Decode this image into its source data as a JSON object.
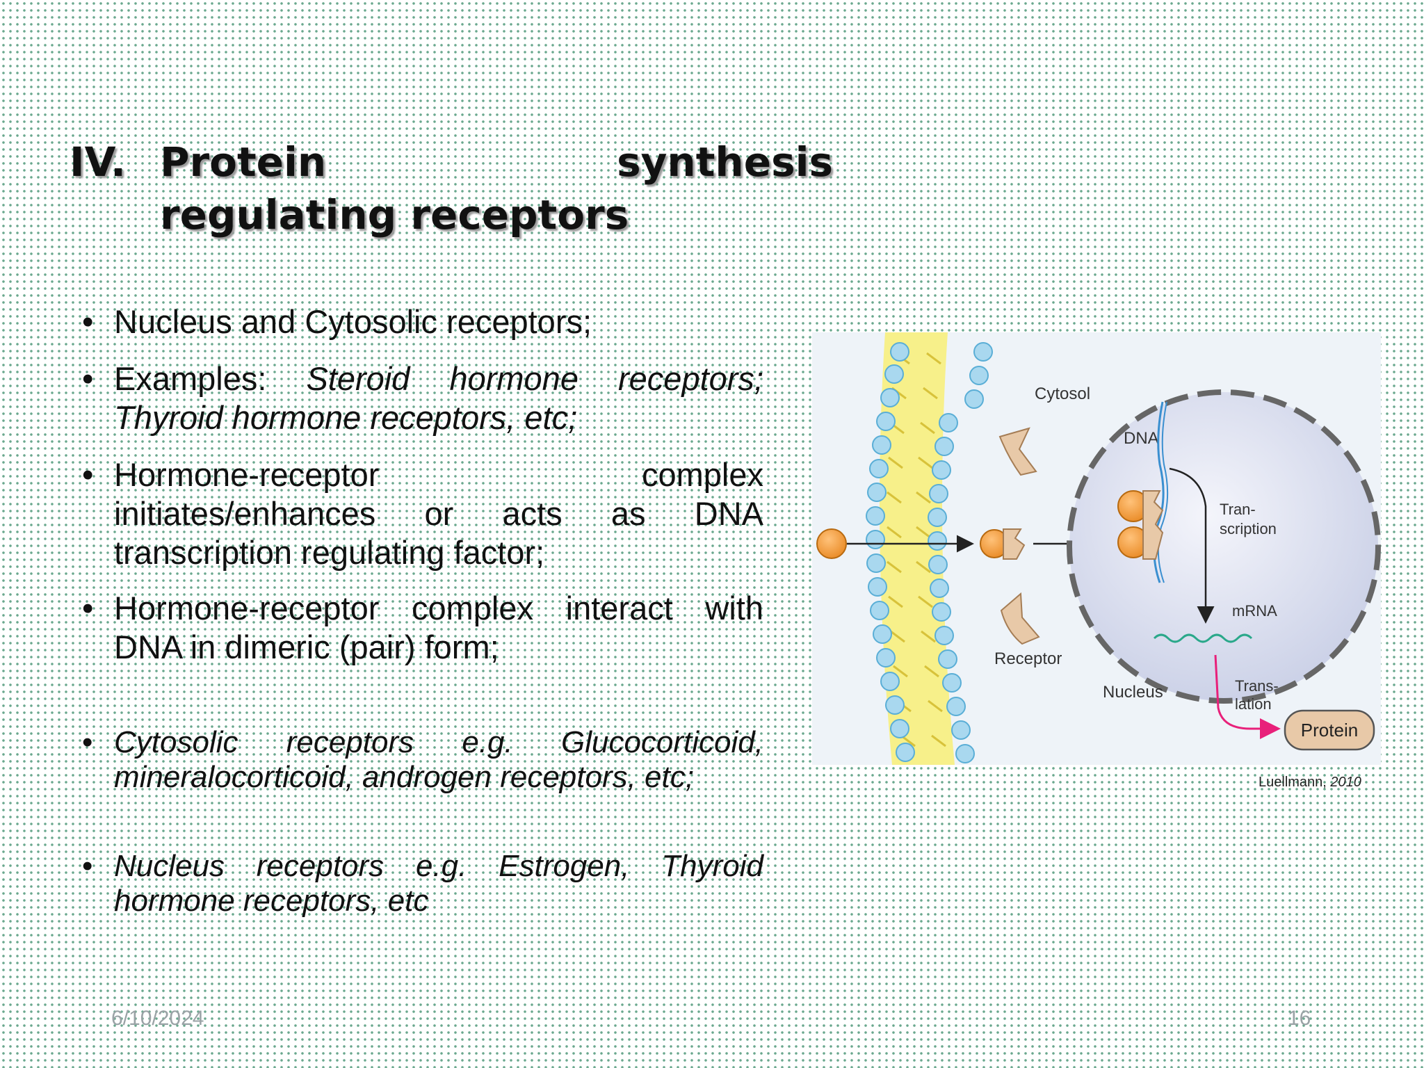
{
  "slide": {
    "title_num": "IV.",
    "title_line1": "Protein synthesis",
    "title_line2": "regulating receptors",
    "bullets": [
      {
        "plain": "Nucleus and Cytosolic receptors;"
      },
      {
        "lead": "Examples: ",
        "italic": "Steroid hormone receptors; Thyroid hormone receptors, etc;"
      },
      {
        "plain": "Hormone-receptor complex initiates/enhances or acts as DNA transcription regulating factor;"
      },
      {
        "plain": "Hormone-receptor complex interact with DNA in dimeric (pair) form;"
      },
      {
        "italic": "Cytosolic receptors e.g. Glucocorticoid, mineralocorticoid, androgen receptors, etc;"
      },
      {
        "italic": "Nucleus receptors e.g. Estrogen, Thyroid hormone receptors, etc"
      }
    ],
    "bullet_symbol": "•",
    "figure": {
      "labels": {
        "cytosol": "Cytosol",
        "dna": "DNA",
        "transcription_1": "Tran-",
        "transcription_2": "scription",
        "mrna": "mRNA",
        "receptor": "Receptor",
        "nucleus": "Nucleus",
        "translation_1": "Trans-",
        "translation_2": "lation",
        "protein": "Protein"
      },
      "colors": {
        "membrane_head": "#a9d8ef",
        "membrane_tail": "#f4ec7a",
        "hormone": "#f0a040",
        "receptor": "#e8c9a8",
        "nucleus": "#dfe3f2",
        "arrow_translation": "#e8207a",
        "mrna": "#2aa88a",
        "dna": "#3a8fd0"
      }
    },
    "caption_author": "Luellmann, ",
    "caption_year": "2010",
    "date": "6/10/2024",
    "page": "16"
  }
}
